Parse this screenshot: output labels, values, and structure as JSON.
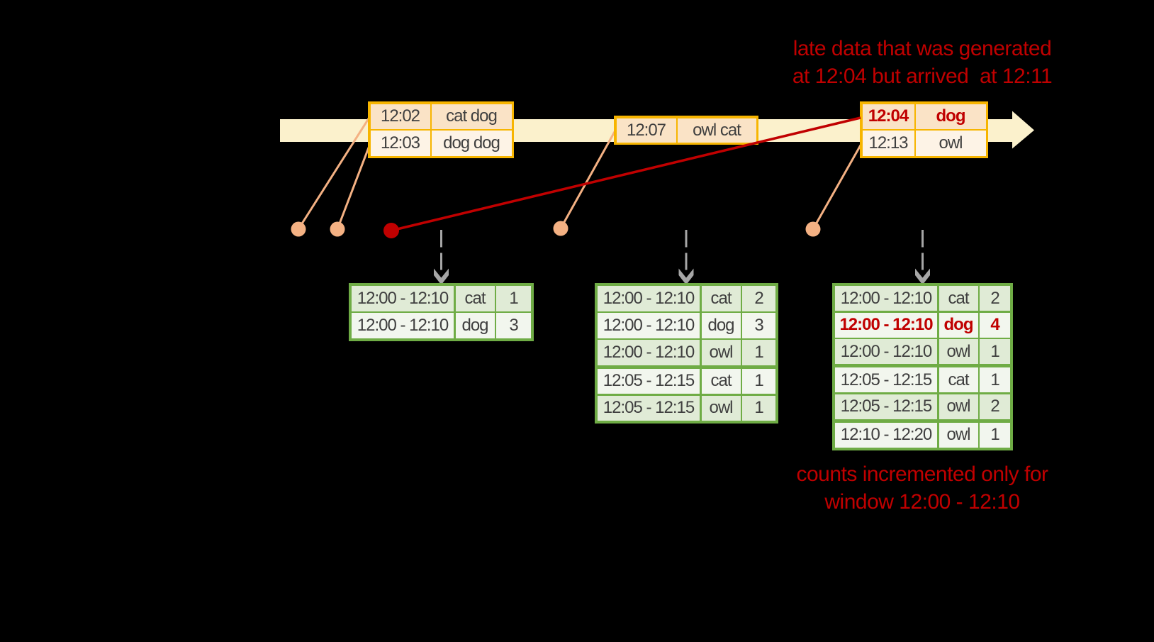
{
  "colors": {
    "background": "#000000",
    "timeline_band": "#FBF1CC",
    "event_border": "#F7B500",
    "event_fill_dark": "#FAE3C6",
    "event_fill_light": "#FDF3E6",
    "dot_orange": "#F4B183",
    "late_red": "#C00000",
    "result_border": "#6FAC45",
    "result_fill_dark": "#E0EBD6",
    "result_fill_light": "#F2F6EE",
    "table_text": "#3F3F3F",
    "trigger_arrow_gray": "#A6A6A6"
  },
  "annotations": {
    "late_data": {
      "line1": "late data that was generated",
      "line2": "at 12:04 but arrived  at 12:11"
    },
    "counts": {
      "line1": "counts incremented only for",
      "line2": "window 12:00 - 12:10"
    }
  },
  "event_tables": [
    {
      "rows": [
        {
          "time": "12:02",
          "words": "cat dog"
        },
        {
          "time": "12:03",
          "words": "dog dog"
        }
      ]
    },
    {
      "rows": [
        {
          "time": "12:07",
          "words": "owl cat"
        }
      ]
    },
    {
      "rows": [
        {
          "time": "12:04",
          "words": "dog"
        },
        {
          "time": "12:13",
          "words": "owl"
        }
      ]
    }
  ],
  "result_tables": [
    {
      "rows": [
        {
          "window": "12:00 - 12:10",
          "word": "cat",
          "count": "1"
        },
        {
          "window": "12:00 - 12:10",
          "word": "dog",
          "count": "3"
        }
      ]
    },
    {
      "rows": [
        {
          "window": "12:00 - 12:10",
          "word": "cat",
          "count": "2"
        },
        {
          "window": "12:00 - 12:10",
          "word": "dog",
          "count": "3"
        },
        {
          "window": "12:00 - 12:10",
          "word": "owl",
          "count": "1"
        },
        {
          "window": "12:05 - 12:15",
          "word": "cat",
          "count": "1"
        },
        {
          "window": "12:05 - 12:15",
          "word": "owl",
          "count": "1"
        }
      ]
    },
    {
      "rows": [
        {
          "window": "12:00 - 12:10",
          "word": "cat",
          "count": "2"
        },
        {
          "window": "12:00 - 12:10",
          "word": "dog",
          "count": "4"
        },
        {
          "window": "12:00 - 12:10",
          "word": "owl",
          "count": "1"
        },
        {
          "window": "12:05 - 12:15",
          "word": "cat",
          "count": "1"
        },
        {
          "window": "12:05 - 12:15",
          "word": "owl",
          "count": "2"
        },
        {
          "window": "12:10 - 12:20",
          "word": "owl",
          "count": "1"
        }
      ]
    }
  ]
}
